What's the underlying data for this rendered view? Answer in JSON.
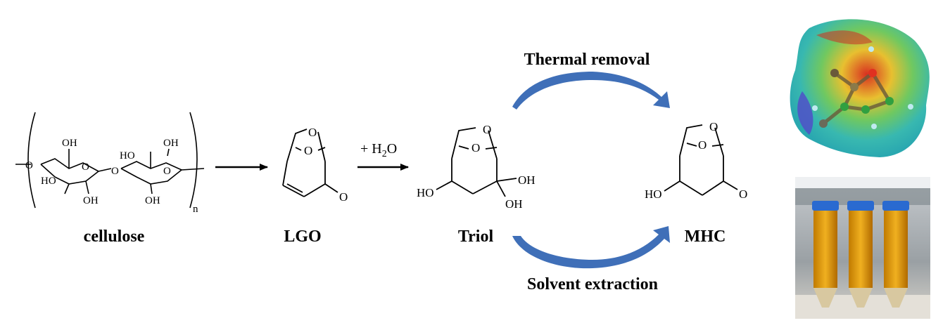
{
  "compounds": {
    "cellulose": {
      "name": "cellulose",
      "atoms": {
        "o_link_left": "O",
        "oh_top_1": "OH",
        "ring_o_1": "O",
        "ho_1": "HO",
        "oh_1": "OH",
        "o_bridge": "O",
        "ho_2": "HO",
        "oh_top_2": "OH",
        "ring_o_2": "O",
        "oh_2": "OH",
        "repeat_n": "n"
      }
    },
    "lgo": {
      "name": "LGO",
      "atoms": {
        "bridge_o_1": "O",
        "bridge_o_2": "O",
        "carbonyl_o": "O"
      }
    },
    "triol": {
      "name": "Triol",
      "atoms": {
        "bridge_o_1": "O",
        "bridge_o_2": "O",
        "ho": "HO",
        "oh_1": "OH",
        "oh_2": "OH"
      }
    },
    "mhc": {
      "name": "MHC",
      "atoms": {
        "bridge_o_1": "O",
        "bridge_o_2": "O",
        "ho": "HO",
        "carbonyl_o": "O"
      }
    }
  },
  "reagents": {
    "hydration_plus": "+ H",
    "hydration_sub": "2",
    "hydration_o": "O"
  },
  "routes": {
    "top": "Thermal removal",
    "bottom": "Solvent extraction"
  },
  "colors": {
    "route_arrow": "#3f6fb8",
    "bond": "#000000"
  },
  "images": {
    "esp_map": "electrostatic-potential-surface",
    "photo": "vials-of-amber-liquid"
  }
}
